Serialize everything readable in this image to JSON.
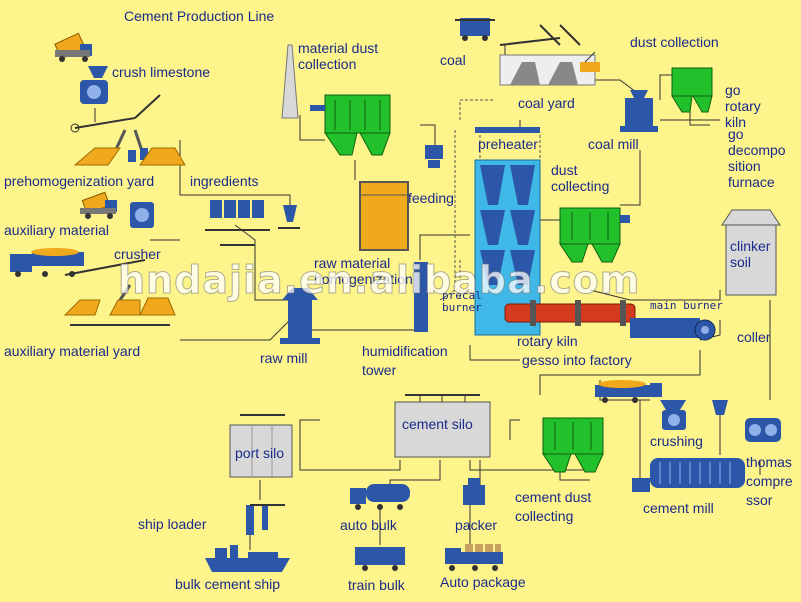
{
  "title": "Cement Production Line",
  "watermark": "hndajia.en.alibaba.com",
  "labels": {
    "crush_limestone": "crush limestone",
    "material_dust_collection": "material dust collection",
    "coal": "coal",
    "dust_collection": "dust collection",
    "coal_yard": "coal yard",
    "go_rotary_kiln": "go rotary kiln",
    "go_decomposition_furnace": "go decompo sition furnace",
    "coal_mill": "coal mill",
    "preheater": "preheater",
    "prehomogenization_yard": "prehomogenization yard",
    "ingredients": "ingredients",
    "feeding": "feeding",
    "dust_collecting": "dust collecting",
    "auxiliary_material": "auxiliary material",
    "crusher": "crusher",
    "raw_material_homogenization": "raw material homogenization",
    "clinker_soil": "clinker soil",
    "precal_burner": "precal burner",
    "main_burner": "main burner",
    "auxiliary_material_yard": "auxiliary material yard",
    "raw_mill": "raw mill",
    "humidification_tower": "humidification tower",
    "rotary_kiln": "rotary kiln",
    "gesso_into_factory": "gesso into factory",
    "coller": "coller",
    "cement_silo": "cement silo",
    "port_silo": "port silo",
    "crushing": "crushing",
    "thomas_compressor": "thomas compre ssor",
    "ship_loader": "ship loader",
    "auto_bulk": "auto bulk",
    "packer": "packer",
    "cement_dust_collecting": "cement dust collecting",
    "cement_mill": "cement mill",
    "bulk_cement_ship": "bulk cement ship",
    "train_bulk": "train bulk",
    "auto_package": "Auto package"
  },
  "colors": {
    "background": "#fdf58c",
    "equipment_blue": "#2c56a8",
    "dust_collector_green": "#22c02a",
    "silo_grey": "#d8d8d8",
    "pile_orange": "#f0a81c",
    "kiln_red": "#d43a1e",
    "preheater_cyan": "#3fb8e8",
    "label_text": "#1a2a8a",
    "line": "#333333"
  }
}
